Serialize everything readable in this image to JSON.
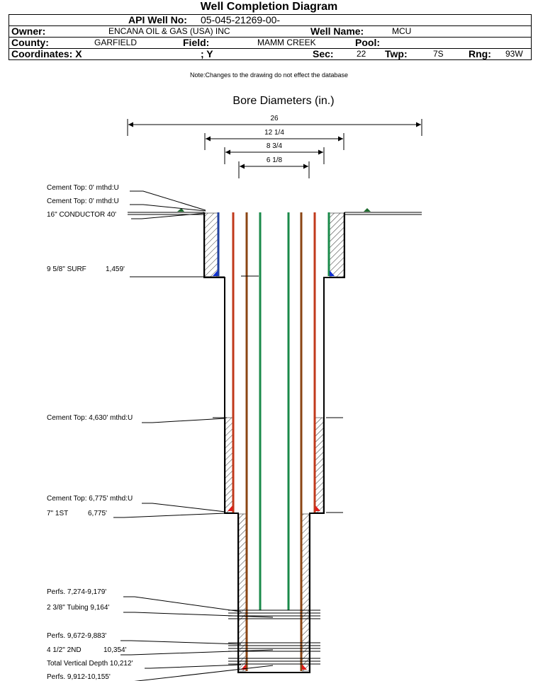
{
  "header": {
    "title": "Well Completion Diagram",
    "api_label": "API Well No:",
    "api_value": "05-045-21269-00-",
    "owner_label": "Owner:",
    "owner_value": "ENCANA OIL & GAS (USA) INC",
    "well_name_label": "Well Name:",
    "well_name_value": "MCU",
    "county_label": "County:",
    "county_value": "GARFIELD",
    "field_label": "Field:",
    "field_value": "MAMM CREEK",
    "pool_label": "Pool:",
    "pool_value": "",
    "coord_label": "Coordinates: X",
    "coord_y_label": "; Y",
    "sec_label": "Sec:",
    "sec_value": "22",
    "twp_label": "Twp:",
    "twp_value": "7S",
    "rng_label": "Rng:",
    "rng_value": "93W"
  },
  "note": "Note:Changes to the drawing do not effect the database",
  "bore": {
    "title": "Bore Diameters (in.)",
    "diameters": [
      "26",
      "12 1/4",
      "8 3/4",
      "6 1/8"
    ]
  },
  "labels": {
    "cement_top_1": "Cement Top: 0' mthd:U",
    "cement_top_2": "Cement Top: 0' mthd:U",
    "conductor": "16\" CONDUCTOR  40'",
    "surf_name": "9 5/8\" SURF",
    "surf_depth": "1,459'",
    "cement_top_3": "Cement Top: 4,630' mthd:U",
    "cement_top_4": "Cement Top: 6,775' mthd:U",
    "first_name": "7\" 1ST",
    "first_depth": "6,775'",
    "perfs_1": "Perfs. 7,274-9,179'",
    "tubing": "2 3/8\" Tubing 9,164'",
    "perfs_2": "Perfs. 9,672-9,883'",
    "second_name": "4 1/2\" 2ND",
    "second_depth": "10,354'",
    "tvd": "Total Vertical Depth 10,212'",
    "perfs_3": "Perfs. 9,912-10,155'"
  },
  "colors": {
    "casing_red": "#c0391b",
    "casing_brown": "#8b4513",
    "tubing_green": "#1a8a4a",
    "conductor_blue": "#1f3f9f",
    "cement_shoe_red": "#e21b1b",
    "shoe_blue": "#1030d0",
    "ground_green": "#1d6a2d"
  }
}
